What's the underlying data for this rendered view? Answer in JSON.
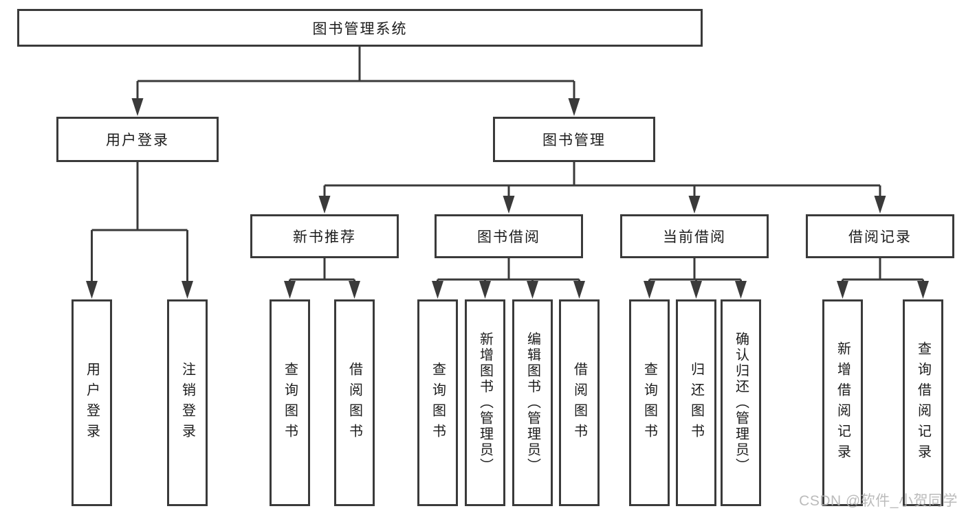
{
  "diagram": {
    "root": {
      "label": "图书管理系统"
    },
    "branches": [
      {
        "label": "用户登录",
        "children": [
          {
            "label": "用户登录"
          },
          {
            "label": "注销登录"
          }
        ]
      },
      {
        "label": "图书管理",
        "children": [
          {
            "label": "新书推荐",
            "children": [
              {
                "label": "查询图书"
              },
              {
                "label": "借阅图书"
              }
            ]
          },
          {
            "label": "图书借阅",
            "children": [
              {
                "label": "查询图书"
              },
              {
                "label": "新增图书（管理员）"
              },
              {
                "label": "编辑图书（管理员）"
              },
              {
                "label": "借阅图书"
              }
            ]
          },
          {
            "label": "当前借阅",
            "children": [
              {
                "label": "查询图书"
              },
              {
                "label": "归还图书"
              },
              {
                "label": "确认归还（管理员）"
              }
            ]
          },
          {
            "label": "借阅记录",
            "children": [
              {
                "label": "新增借阅记录"
              },
              {
                "label": "查询借阅记录"
              }
            ]
          }
        ]
      }
    ]
  },
  "watermark": "CSDN @软件_小贺同学",
  "colors": {
    "line": "#3a3a3a",
    "text": "#1c1c1c",
    "watermark": "#b4b4b4",
    "background": "#ffffff"
  }
}
